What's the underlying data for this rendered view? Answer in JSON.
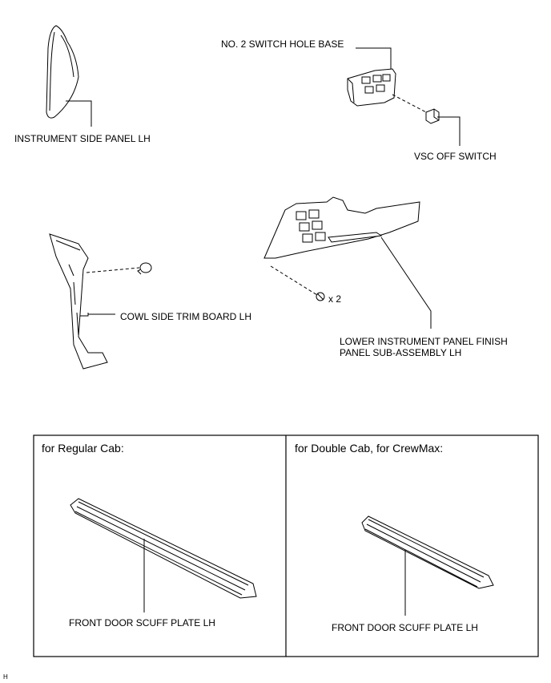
{
  "labels": {
    "instrument_side_panel": "INSTRUMENT SIDE PANEL LH",
    "switch_hole_base": "NO. 2 SWITCH HOLE BASE",
    "vsc_off_switch": "VSC OFF SWITCH",
    "cowl_side_trim": "COWL SIDE TRIM BOARD LH",
    "lower_panel_line1": "LOWER INSTRUMENT PANEL FINISH",
    "lower_panel_line2": "PANEL SUB-ASSEMBLY LH",
    "screw_qty": "x 2",
    "scuff_plate_regular": "FRONT DOOR SCUFF PLATE LH",
    "scuff_plate_double": "FRONT DOOR SCUFF PLATE LH"
  },
  "boxes": {
    "regular_cab": "for Regular Cab:",
    "double_cab": "for Double Cab, for CrewMax:"
  },
  "corner_mark": "H"
}
